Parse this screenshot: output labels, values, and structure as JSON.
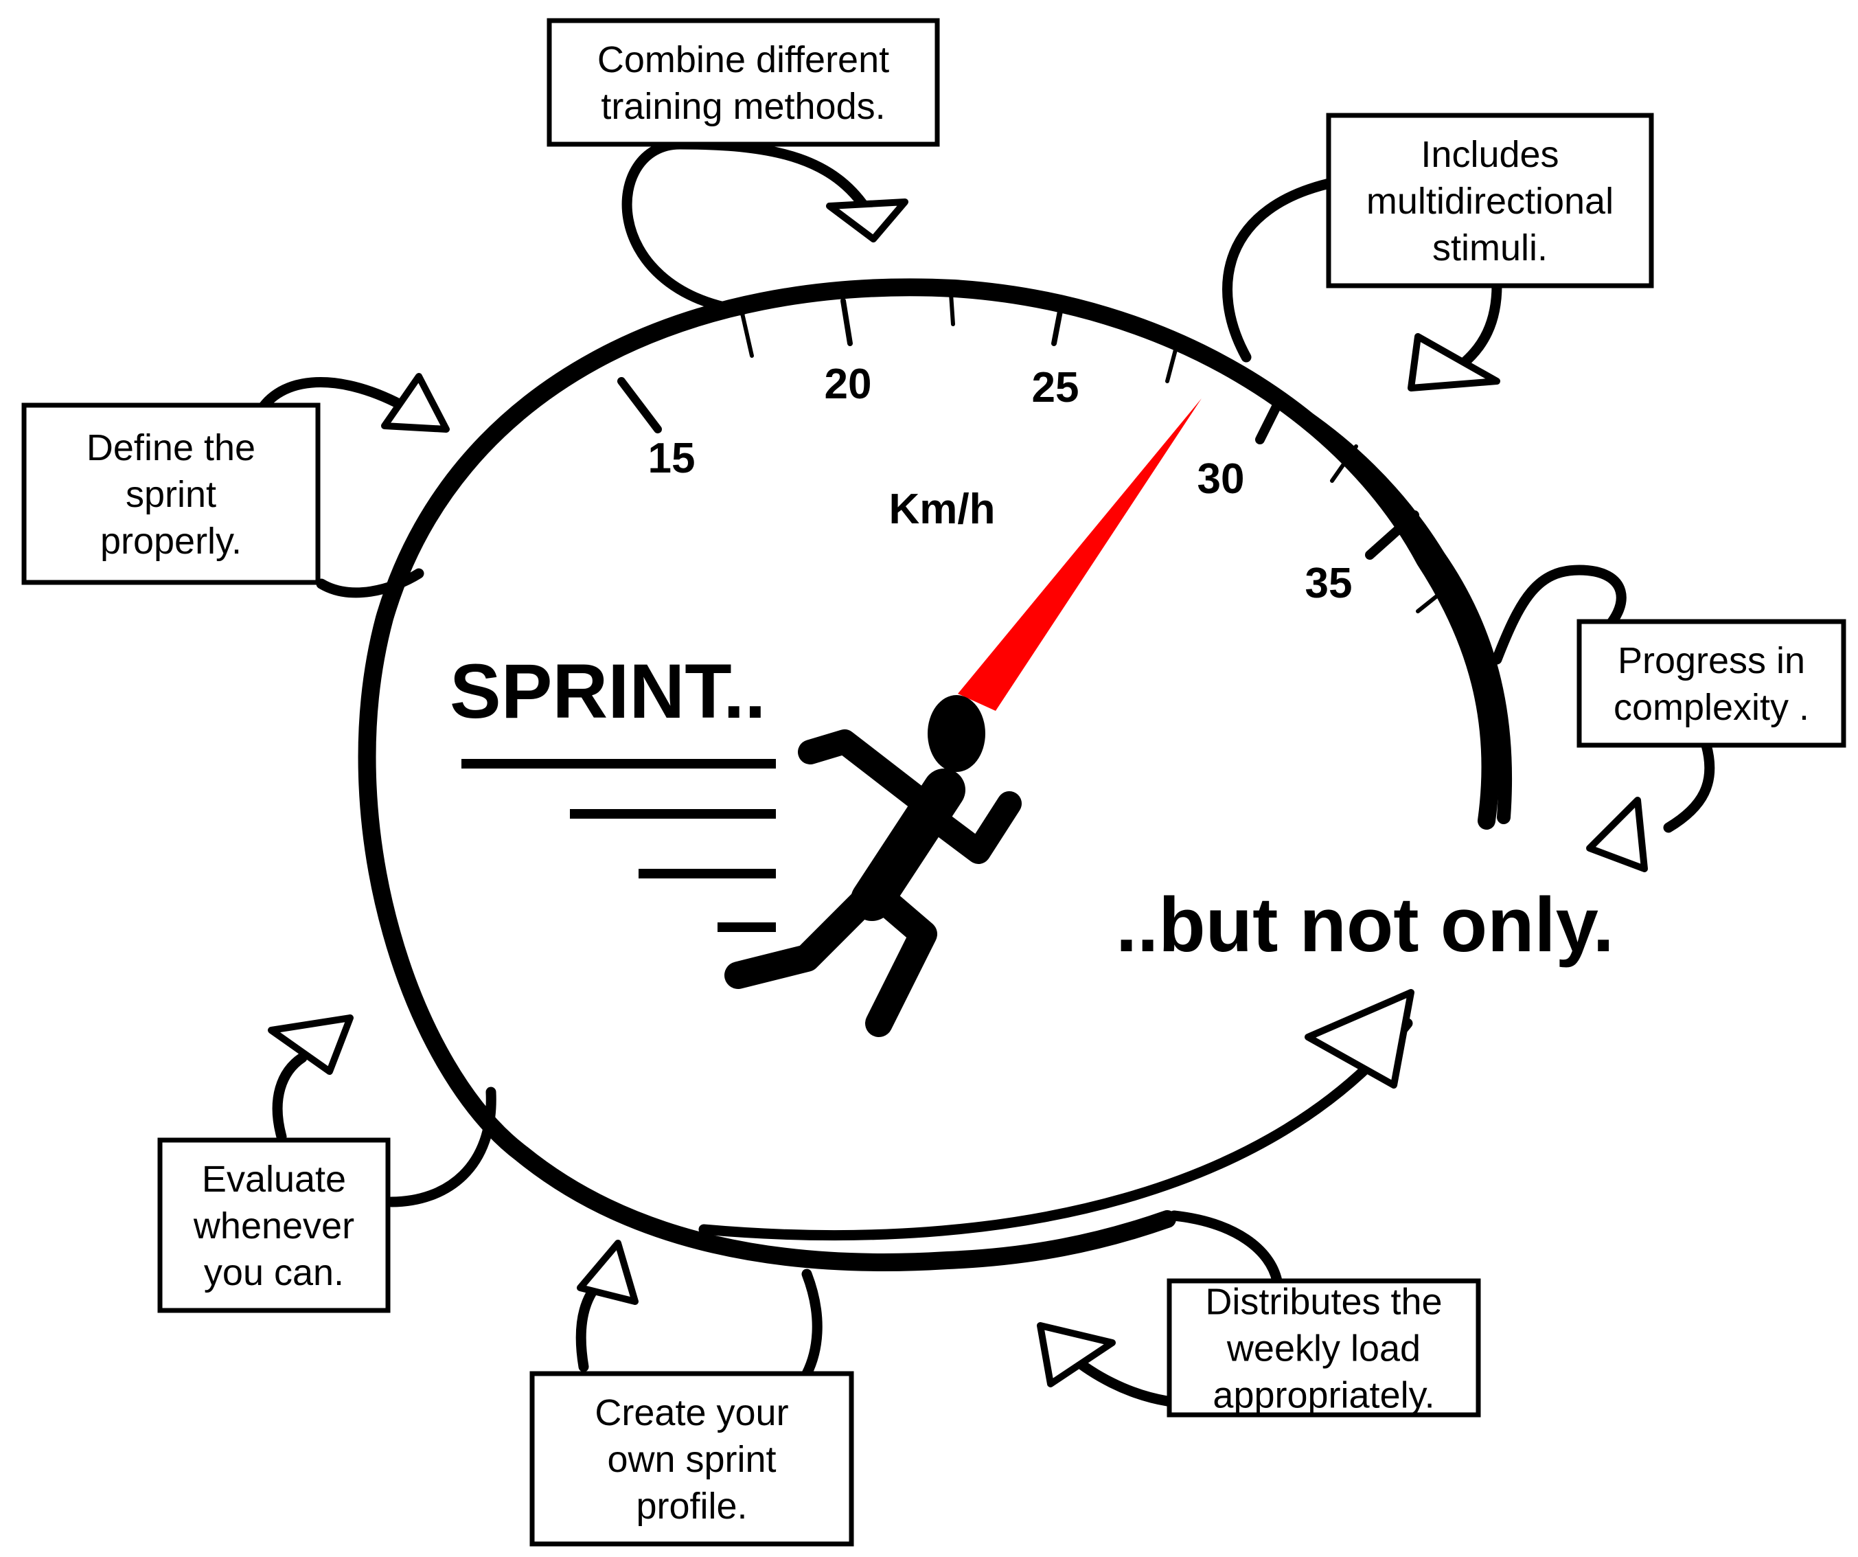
{
  "gauge": {
    "unit": "Km/h",
    "tick_labels": [
      "15",
      "20",
      "25",
      "30",
      "35"
    ],
    "needle_speed": 28.5,
    "needle_color": "#ff0000",
    "headline_left": "SPRINT..",
    "headline_right": "..but not only."
  },
  "boxes": [
    {
      "id": "combine",
      "lines": [
        "Combine different",
        "training methods."
      ]
    },
    {
      "id": "multidirectional",
      "lines": [
        "Includes",
        "multidirectional",
        "stimuli."
      ]
    },
    {
      "id": "define",
      "lines": [
        "Define the",
        "sprint",
        "properly."
      ]
    },
    {
      "id": "progress",
      "lines": [
        "Progress in",
        "complexity ."
      ]
    },
    {
      "id": "evaluate",
      "lines": [
        "Evaluate",
        "whenever",
        "you can."
      ]
    },
    {
      "id": "profile",
      "lines": [
        "Create your",
        "own sprint",
        "profile."
      ]
    },
    {
      "id": "distribute",
      "lines": [
        "Distributes the",
        "weekly load",
        "appropriately."
      ]
    }
  ],
  "icons": {
    "runner": "running-person-icon"
  }
}
